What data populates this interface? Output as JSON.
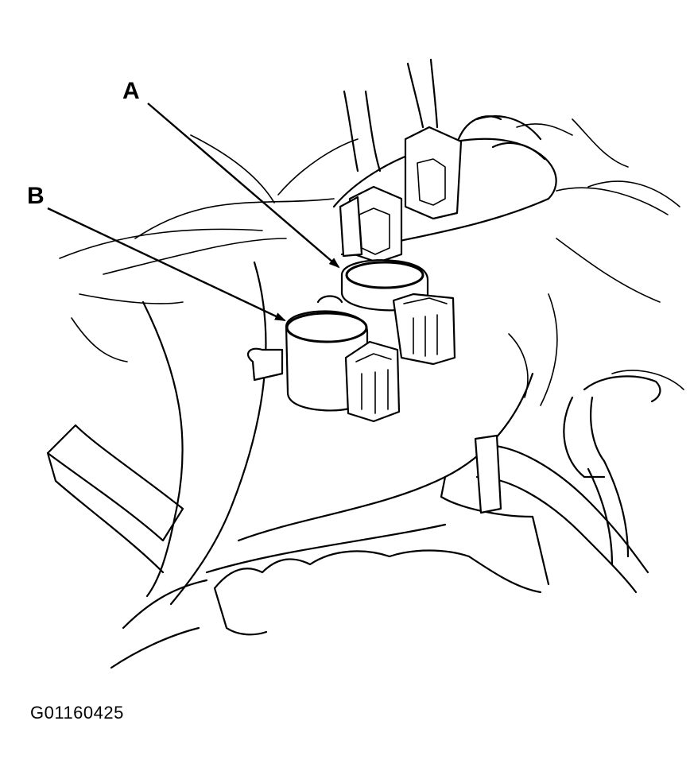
{
  "callouts": {
    "a": "A",
    "b": "B"
  },
  "figure_id": "G01160425",
  "colors": {
    "ink": "#000000",
    "background": "#ffffff"
  }
}
